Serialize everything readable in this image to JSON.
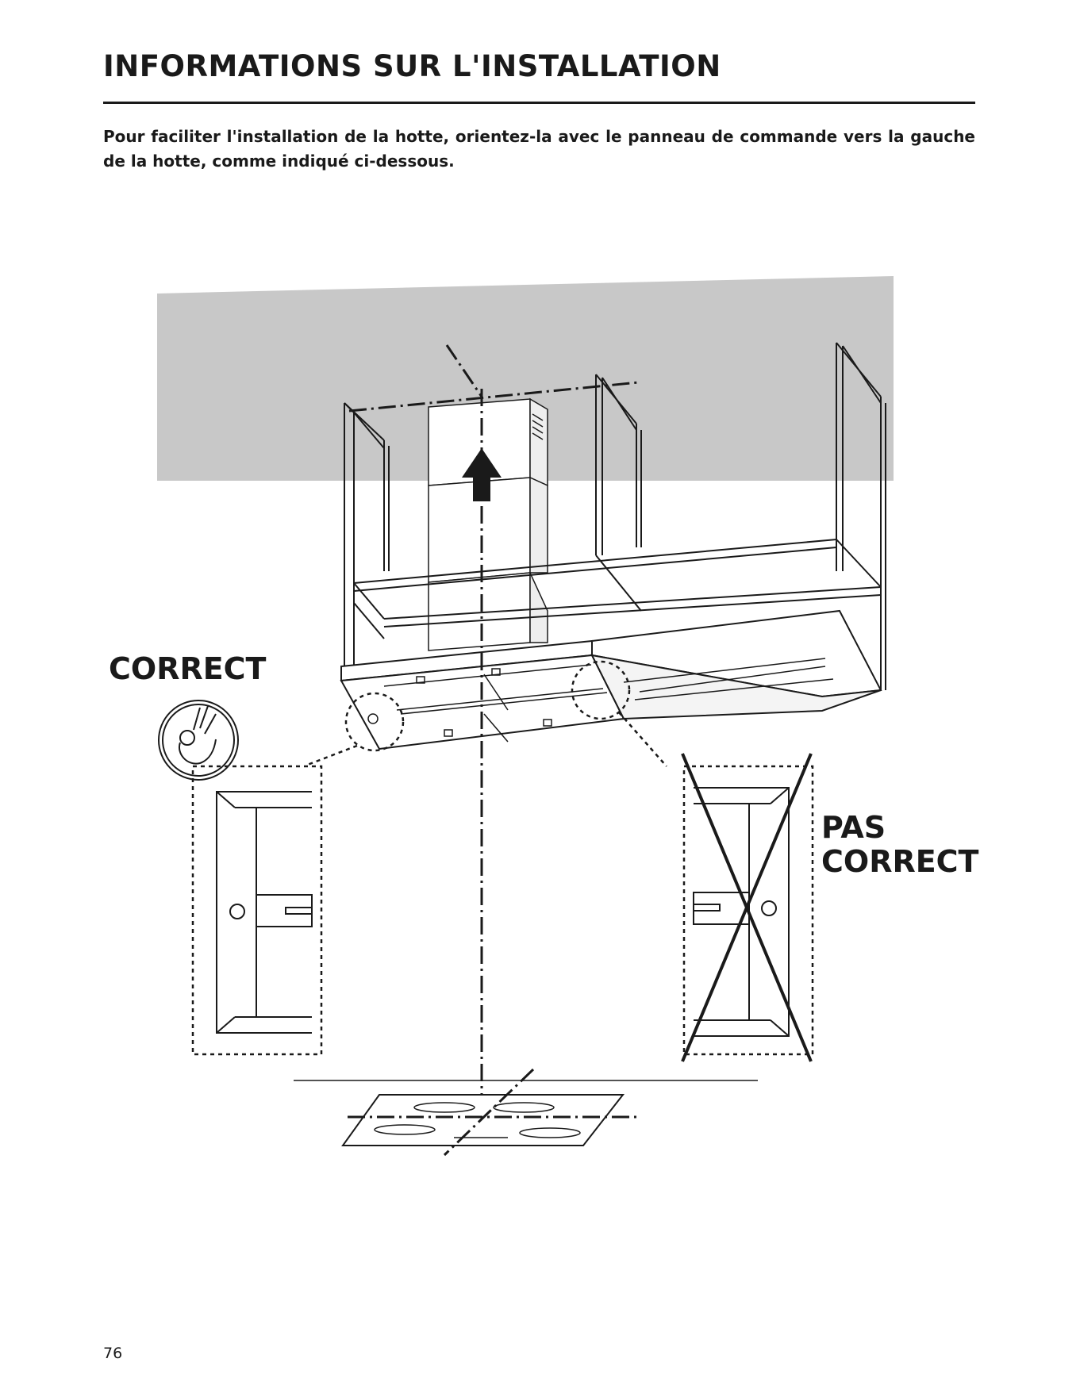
{
  "header": {
    "title": "INFORMATIONS SUR L'INSTALLATION"
  },
  "intro": {
    "text": "Pour faciliter l'installation de la hotte, orientez-la avec le panneau de commande vers la gauche de la hotte, comme indiqué ci-dessous."
  },
  "diagram": {
    "label_correct": "CORRECT",
    "label_incorrect_line1": "PAS",
    "label_incorrect_line2": "CORRECT",
    "icons": [
      "ok-hand-icon",
      "cross-mark-icon",
      "up-arrow-icon"
    ],
    "colors": {
      "wall": "#c8c8c8",
      "ink": "#1a1a1a"
    }
  },
  "footer": {
    "page_number": "76"
  }
}
